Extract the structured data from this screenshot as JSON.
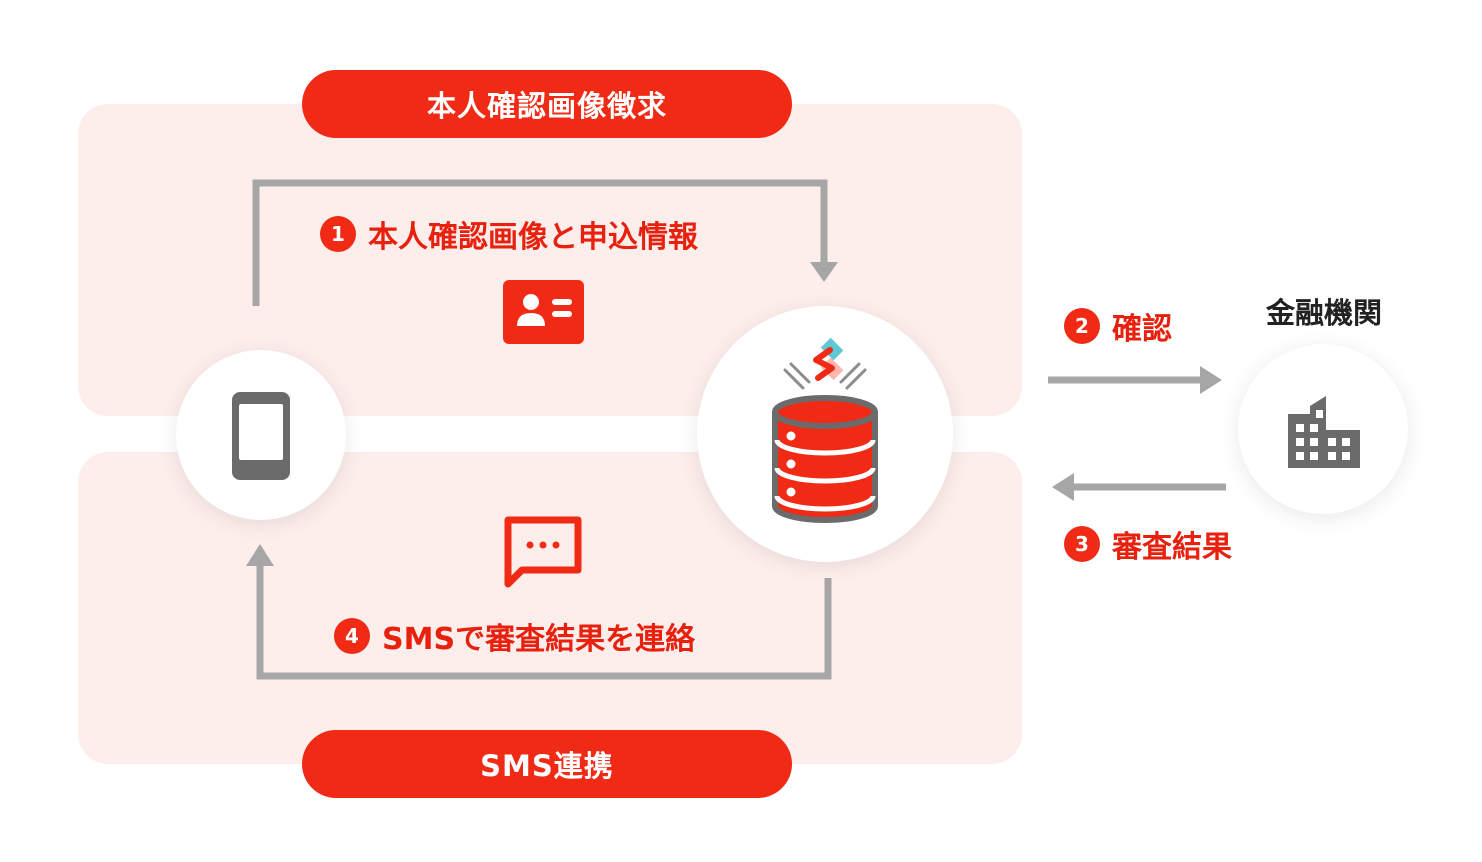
{
  "top_section": {
    "pill_label": "本人確認画像徴求"
  },
  "bottom_section": {
    "pill_label": "SMS連携"
  },
  "steps": [
    {
      "number": "1",
      "label": "本人確認画像と申込情報"
    },
    {
      "number": "2",
      "label": "確認"
    },
    {
      "number": "3",
      "label": "審査結果"
    },
    {
      "number": "4",
      "label": "SMSで審査結果を連絡"
    }
  ],
  "nodes": {
    "phone": {
      "icon": "smartphone-icon"
    },
    "server": {
      "icon": "database-server-icon",
      "logo": "service-logo-icon"
    },
    "bank": {
      "label": "金融機関",
      "icon": "building-icon"
    }
  },
  "colors": {
    "accent": "#f02a14",
    "panel_background": "#fdeeec",
    "arrow": "#a6a6a6",
    "icon_gray": "#6b6b6b",
    "logo_teal": "#5ec8d4"
  }
}
